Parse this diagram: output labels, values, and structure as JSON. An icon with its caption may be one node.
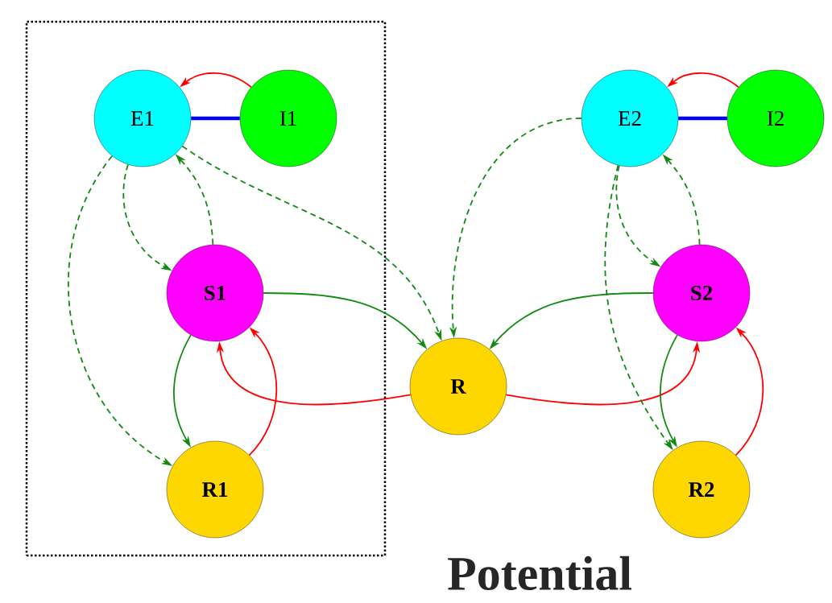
{
  "diagram": {
    "title": "Potential",
    "nodes": [
      {
        "text": [],
        "shape": "box"
      },
      {
        "text": [
          "E1"
        ],
        "in": 0
      },
      {
        "text": [
          "I1"
        ],
        "in": 0
      },
      {
        "text": [
          "S1"
        ],
        "in": 0
      },
      {
        "text": [
          "R1"
        ],
        "in": 0
      },
      {
        "text": [
          "E2"
        ]
      },
      {
        "text": [
          "I2"
        ]
      },
      {
        "text": [
          "S2"
        ]
      },
      {
        "text": [
          "R"
        ]
      },
      {
        "text": [
          "R2"
        ]
      }
    ],
    "edges": [
      {
        "from": 2,
        "to": 1,
        "arrow": "to",
        "color": "#ff0000"
      },
      {
        "from": 1,
        "to": 2,
        "arrow": "none",
        "style": "thick",
        "color": "#0000ff"
      },
      {
        "from": 1,
        "to": 3,
        "arrow": "to",
        "style": "dashed"
      },
      {
        "from": 1,
        "to": 4,
        "arrow": "to",
        "style": "dashed"
      },
      {
        "from": 3,
        "to": 1,
        "arrow": "to",
        "style": "dashed"
      },
      {
        "from": 1,
        "to": 8,
        "arrow": "to",
        "style": "dashed"
      },
      {
        "from": 3,
        "to": 4,
        "arrow": "to"
      },
      {
        "from": 4,
        "to": 3,
        "arrow": "to",
        "color": "#ff0000"
      },
      {
        "from": 3,
        "to": 8,
        "arrow": "to"
      },
      {
        "from": 8,
        "to": 3,
        "arrow": "to",
        "color": "#ff0000"
      },
      {
        "from": 8,
        "to": 7,
        "arrow": "to",
        "color": "#ff0000"
      },
      {
        "from": 7,
        "to": 8,
        "arrow": "to"
      },
      {
        "from": 5,
        "to": 8,
        "arrow": "to",
        "style": "dashed"
      },
      {
        "from": 5,
        "to": 9,
        "arrow": "to",
        "style": "dashed"
      },
      {
        "from": 5,
        "to": 7,
        "arrow": "to",
        "style": "dashed"
      },
      {
        "from": 7,
        "to": 5,
        "arrow": "to",
        "style": "dashed"
      },
      {
        "from": 7,
        "to": 9,
        "arrow": "to"
      },
      {
        "from": 9,
        "to": 7,
        "arrow": "to",
        "color": "#ff0000"
      },
      {
        "from": 6,
        "to": 5,
        "arrow": "to",
        "color": "#ff0000"
      },
      {
        "from": 5,
        "to": 6,
        "arrow": "none",
        "style": "thick",
        "color": "#0000ff"
      }
    ]
  }
}
